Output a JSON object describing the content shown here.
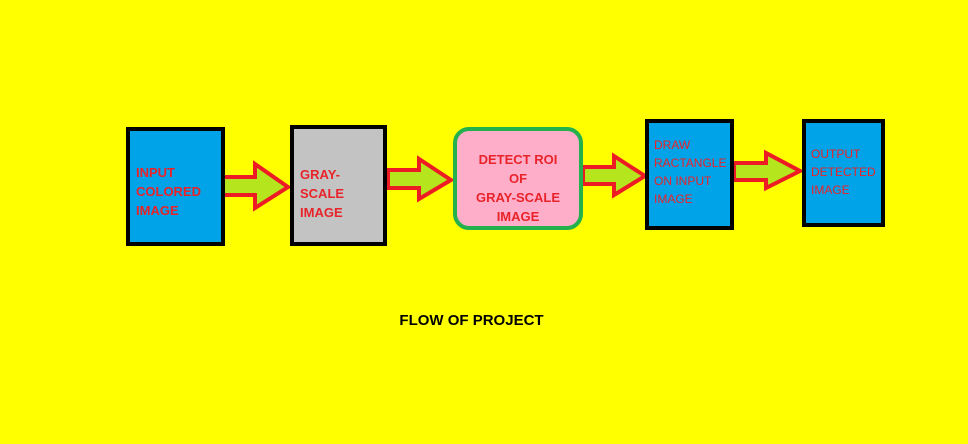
{
  "diagram": {
    "caption": "FLOW OF PROJECT",
    "steps": [
      {
        "id": "input",
        "label": "INPUT\nCOLORED\nIMAGE"
      },
      {
        "id": "gray",
        "label": "GRAY-\nSCALE\nIMAGE"
      },
      {
        "id": "roi",
        "label": "DETECT ROI\nOF\nGRAY-SCALE\nIMAGE"
      },
      {
        "id": "draw",
        "label": "DRAW\nRACTANGLE\nON INPUT\nIMAGE"
      },
      {
        "id": "output",
        "label": "OUTPUT\nDETECTED\nIMAGE"
      }
    ],
    "arrow_count": 4
  },
  "colors": {
    "background": "#ffff00",
    "box_blue": "#00a2e8",
    "box_gray": "#c3c3c3",
    "box_pink": "#ffaec9",
    "box_pink_border": "#22b14c",
    "label_red": "#e8232a",
    "arrow_fill": "#b5e61d",
    "arrow_outline": "#ed1c24"
  }
}
